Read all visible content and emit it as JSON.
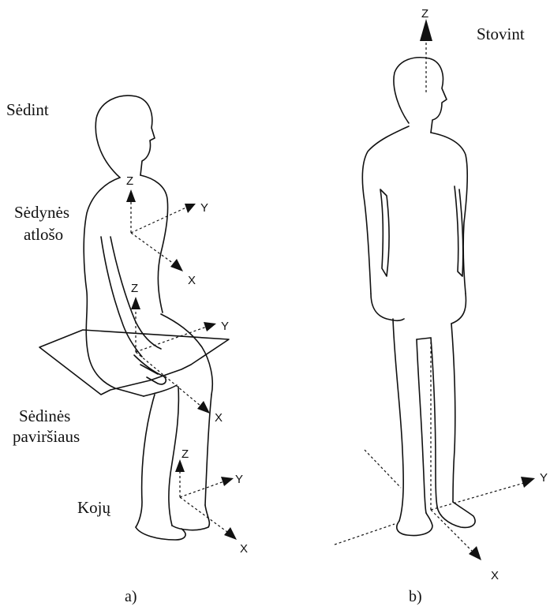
{
  "panel_a": {
    "title": "Sėdint",
    "label_back_line1": "Sėdynės",
    "label_back_line2": "atlošo",
    "label_seat_line1": "Sėdinės",
    "label_seat_line2": "paviršiaus",
    "label_feet": "Kojų",
    "caption": "a)",
    "axes": {
      "back": {
        "z": "Z",
        "y": "Y",
        "x": "X"
      },
      "seat": {
        "z": "Z",
        "y": "Y",
        "x": "X"
      },
      "feet": {
        "z": "Z",
        "y": "Y",
        "x": "X"
      }
    }
  },
  "panel_b": {
    "title": "Stovint",
    "caption": "b)",
    "axes": {
      "z": "Z",
      "y": "Y",
      "x": "X"
    }
  }
}
